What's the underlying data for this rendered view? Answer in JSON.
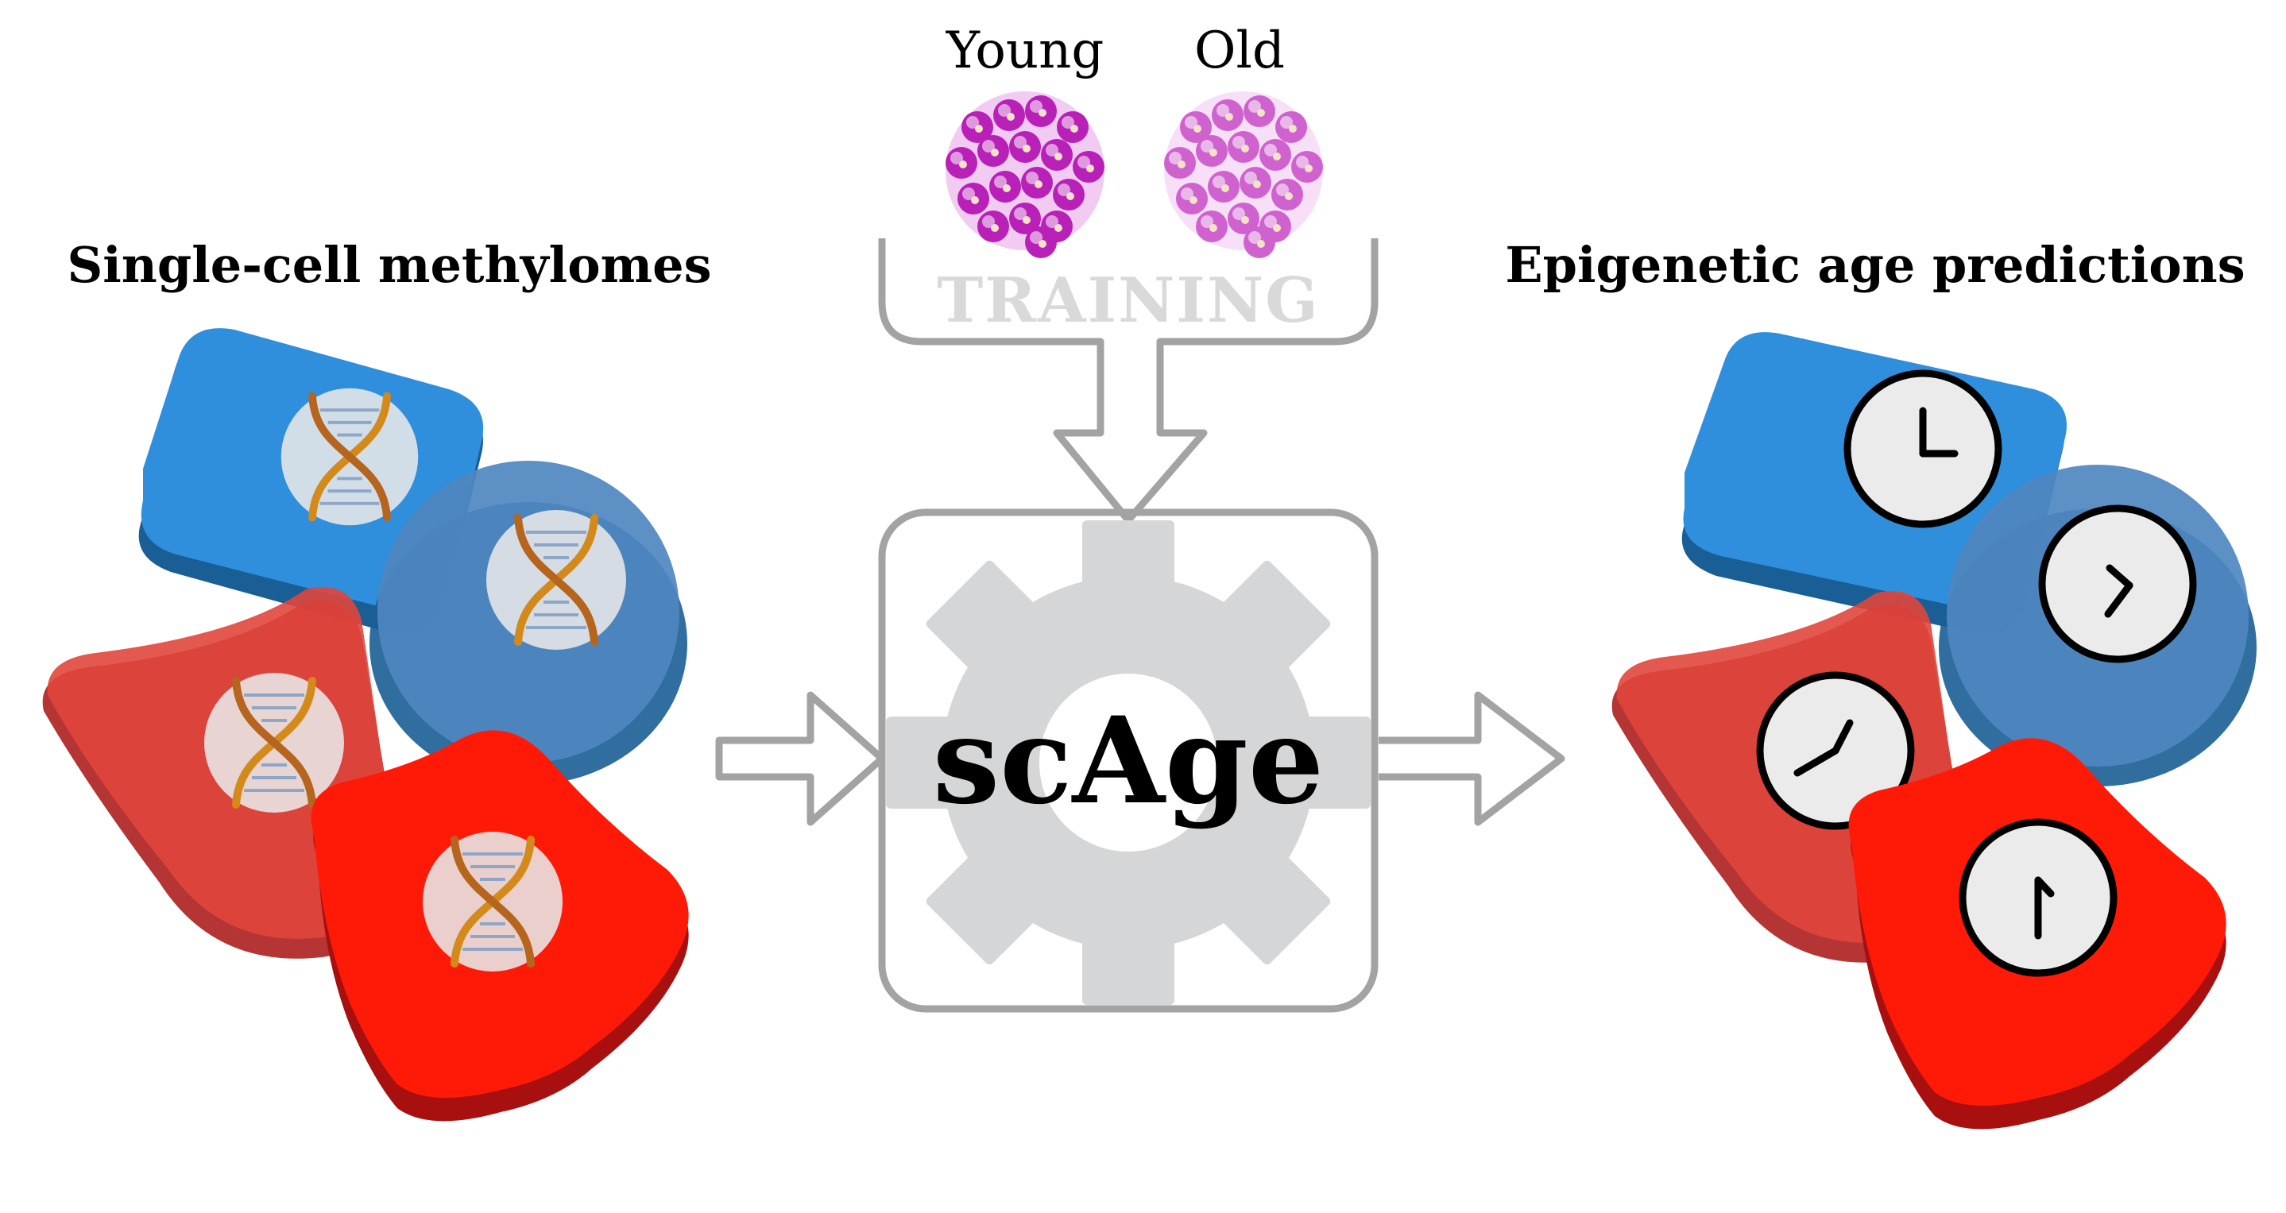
{
  "left_panel": {
    "title": "Single-cell methylomes",
    "cells": [
      {
        "color": "blue",
        "shape": "rounded-square",
        "contents": "dna-icon"
      },
      {
        "color": "blue",
        "shape": "circle",
        "contents": "dna-icon"
      },
      {
        "color": "red",
        "shape": "wedge",
        "contents": "dna-icon"
      },
      {
        "color": "red",
        "shape": "star",
        "contents": "dna-icon"
      }
    ]
  },
  "training": {
    "groups": [
      {
        "label": "Young"
      },
      {
        "label": "Old"
      }
    ],
    "label": "TRAINING"
  },
  "model": {
    "name": "scAge",
    "icon": "gear-icon"
  },
  "right_panel": {
    "title": "Epigenetic age predictions",
    "cells": [
      {
        "color": "blue",
        "shape": "rounded-square",
        "contents": "clock-icon"
      },
      {
        "color": "blue",
        "shape": "circle",
        "contents": "clock-icon"
      },
      {
        "color": "red",
        "shape": "wedge",
        "contents": "clock-icon"
      },
      {
        "color": "red",
        "shape": "star",
        "contents": "clock-icon"
      }
    ]
  },
  "colors": {
    "blue_light": "#2f8fdc",
    "blue_dark": "#1a5e96",
    "blue_circle": "#4f87bf",
    "red_light": "#e0463c",
    "red_bright": "#ff1a08",
    "red_dark": "#a81010",
    "magenta": "#c930c6",
    "gear": "#d5d6d8",
    "outline": "#a3a3a3",
    "training_text": "#d9d9d9"
  }
}
